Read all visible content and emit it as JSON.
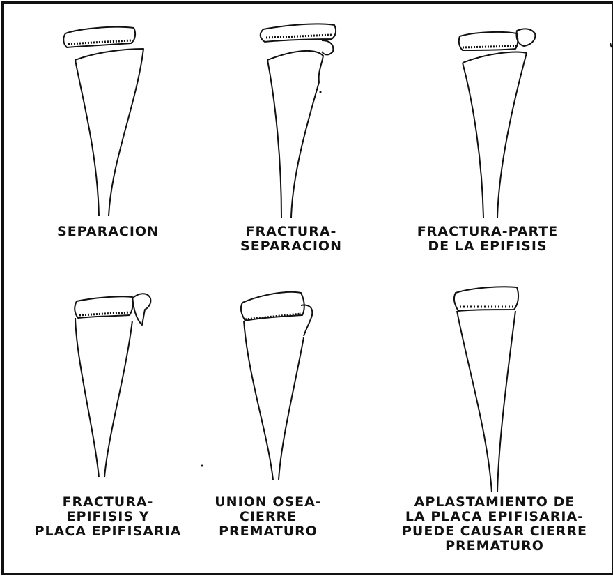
{
  "colors": {
    "ink": "#111111",
    "background": "#ffffff"
  },
  "panels": [
    {
      "id": "separation",
      "lines": [
        "SEPARACION"
      ]
    },
    {
      "id": "fracture-separation",
      "lines": [
        "FRACTURA-",
        "SEPARACION"
      ]
    },
    {
      "id": "fracture-part-epiphysis",
      "lines": [
        "FRACTURA-PARTE",
        "DE LA EPIFISIS"
      ]
    },
    {
      "id": "fracture-epiphysis-plate",
      "lines": [
        "FRACTURA-",
        "EPIFISIS Y",
        "PLACA EPIFISARIA"
      ]
    },
    {
      "id": "bony-union",
      "lines": [
        "UNION OSEA-",
        "CIERRE",
        "PREMATURO"
      ]
    },
    {
      "id": "crush",
      "lines": [
        "APLASTAMIENTO DE",
        "LA PLACA EPIFISARIA-",
        "PUEDE CAUSAR CIERRE",
        "PREMATURO"
      ]
    }
  ]
}
